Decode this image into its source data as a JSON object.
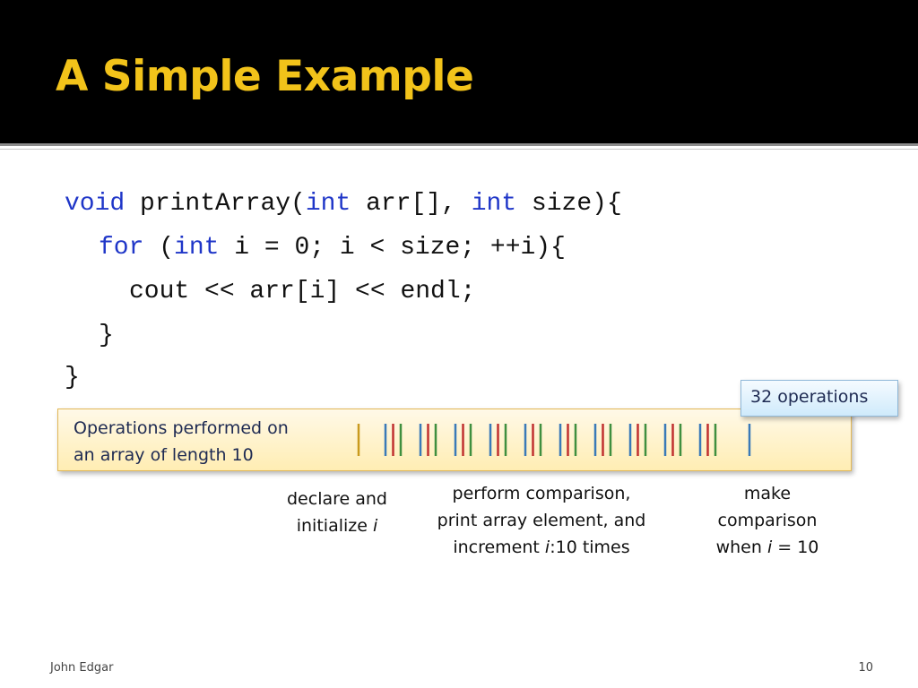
{
  "slide": {
    "title": "A Simple Example",
    "colors": {
      "title": "#f2c31a",
      "keyword": "#1f36c8"
    }
  },
  "code": {
    "line1": {
      "kw1": "void",
      "t1": " printArray(",
      "kw2": "int",
      "t2": " arr[], ",
      "kw3": "int",
      "t3": " size){"
    },
    "line2": {
      "kw1": "for",
      "t1": " (",
      "kw2": "int",
      "t2": " i = 0; i < size; ++i){"
    },
    "line3": {
      "t1": "cout << arr[i] << endl;"
    },
    "line4": {
      "t1": "}"
    },
    "line5": {
      "t1": "}"
    }
  },
  "operations": {
    "label_line1": "Operations performed on",
    "label_line2": "an array of length 10",
    "count_label": "32 operations",
    "tick_groups": [
      {
        "role": "declare-initialize",
        "colors": [
          "#c99a1e"
        ]
      },
      {
        "role": "loop-iteration",
        "colors": [
          "#3a7ab8",
          "#c03030",
          "#3f8f3f"
        ]
      },
      {
        "role": "loop-iteration",
        "colors": [
          "#3a7ab8",
          "#c03030",
          "#3f8f3f"
        ]
      },
      {
        "role": "loop-iteration",
        "colors": [
          "#3a7ab8",
          "#c03030",
          "#3f8f3f"
        ]
      },
      {
        "role": "loop-iteration",
        "colors": [
          "#3a7ab8",
          "#c03030",
          "#3f8f3f"
        ]
      },
      {
        "role": "loop-iteration",
        "colors": [
          "#3a7ab8",
          "#c03030",
          "#3f8f3f"
        ]
      },
      {
        "role": "loop-iteration",
        "colors": [
          "#3a7ab8",
          "#c03030",
          "#3f8f3f"
        ]
      },
      {
        "role": "loop-iteration",
        "colors": [
          "#3a7ab8",
          "#c03030",
          "#3f8f3f"
        ]
      },
      {
        "role": "loop-iteration",
        "colors": [
          "#3a7ab8",
          "#c03030",
          "#3f8f3f"
        ]
      },
      {
        "role": "loop-iteration",
        "colors": [
          "#3a7ab8",
          "#c03030",
          "#3f8f3f"
        ]
      },
      {
        "role": "loop-iteration",
        "colors": [
          "#3a7ab8",
          "#c03030",
          "#3f8f3f"
        ]
      },
      {
        "role": "final-comparison",
        "colors": [
          "#3a7ab8"
        ]
      }
    ]
  },
  "captions": {
    "declare": {
      "l1": "declare and",
      "l2": "initialize ",
      "l2_var": "i"
    },
    "loop": {
      "l1": "perform comparison,",
      "l2": "print array element, and",
      "l3": "increment ",
      "l3_var": "i",
      "l3_end": ":10 times"
    },
    "final": {
      "l1": "make",
      "l2": "comparison",
      "l3a": "when ",
      "l3_var": "i",
      "l3b": " = 10"
    }
  },
  "footer": {
    "author": "John Edgar",
    "page": "10"
  }
}
